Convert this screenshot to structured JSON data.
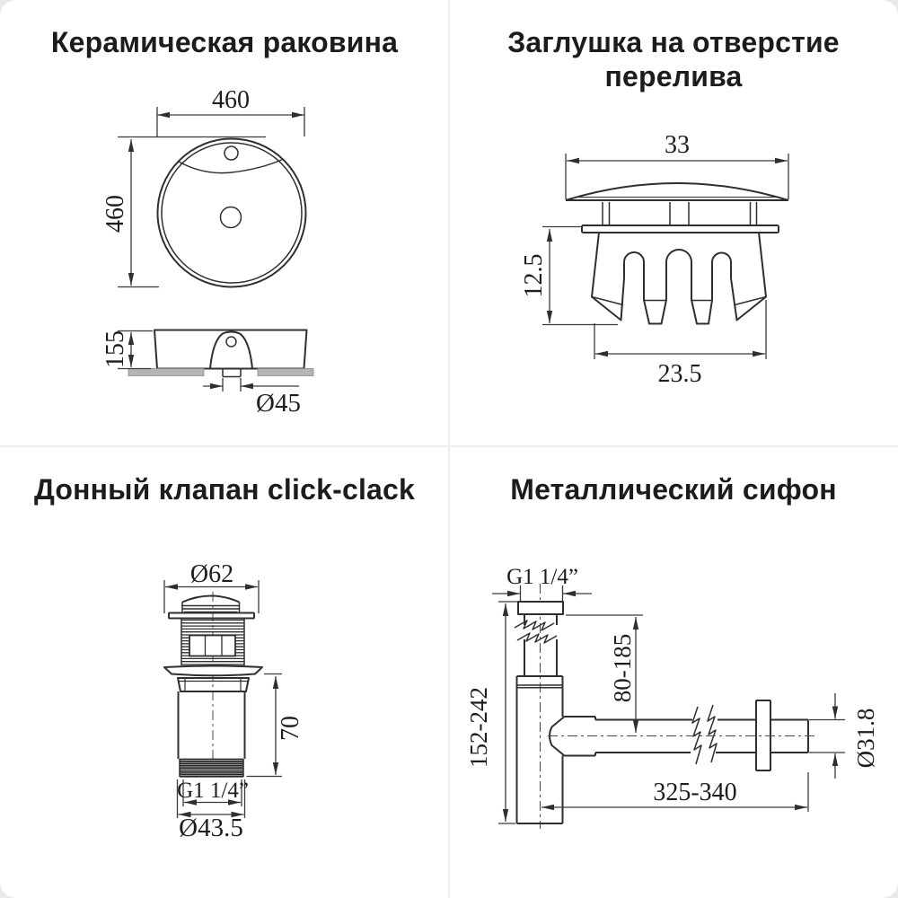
{
  "panels": {
    "sink": {
      "title": "Керамическая раковина",
      "dim_width": "460",
      "dim_height": "460",
      "dim_side_height": "155",
      "dim_drain": "Ø45"
    },
    "plug": {
      "title_line1": "Заглушка на отверстие",
      "title_line2": "перелива",
      "dim_cap_width": "33",
      "dim_insert_height": "12.5",
      "dim_insert_width": "23.5"
    },
    "valve": {
      "title": "Донный клапан click-clack",
      "dim_cap_diameter": "Ø62",
      "dim_body_height": "70",
      "dim_thread": "G1 1/4”",
      "dim_thread_diameter": "Ø43.5"
    },
    "siphon": {
      "title": "Металлический сифон",
      "dim_inlet_thread": "G1 1/4”",
      "dim_total_height": "152-242",
      "dim_inlet_height": "80-185",
      "dim_outlet_length": "325-340",
      "dim_outlet_diameter": "Ø31.8"
    }
  },
  "colors": {
    "line": "#2f2f2f",
    "text": "#1d1d1d",
    "divider": "#ededed",
    "pad_fill": "#b4b4b4"
  }
}
